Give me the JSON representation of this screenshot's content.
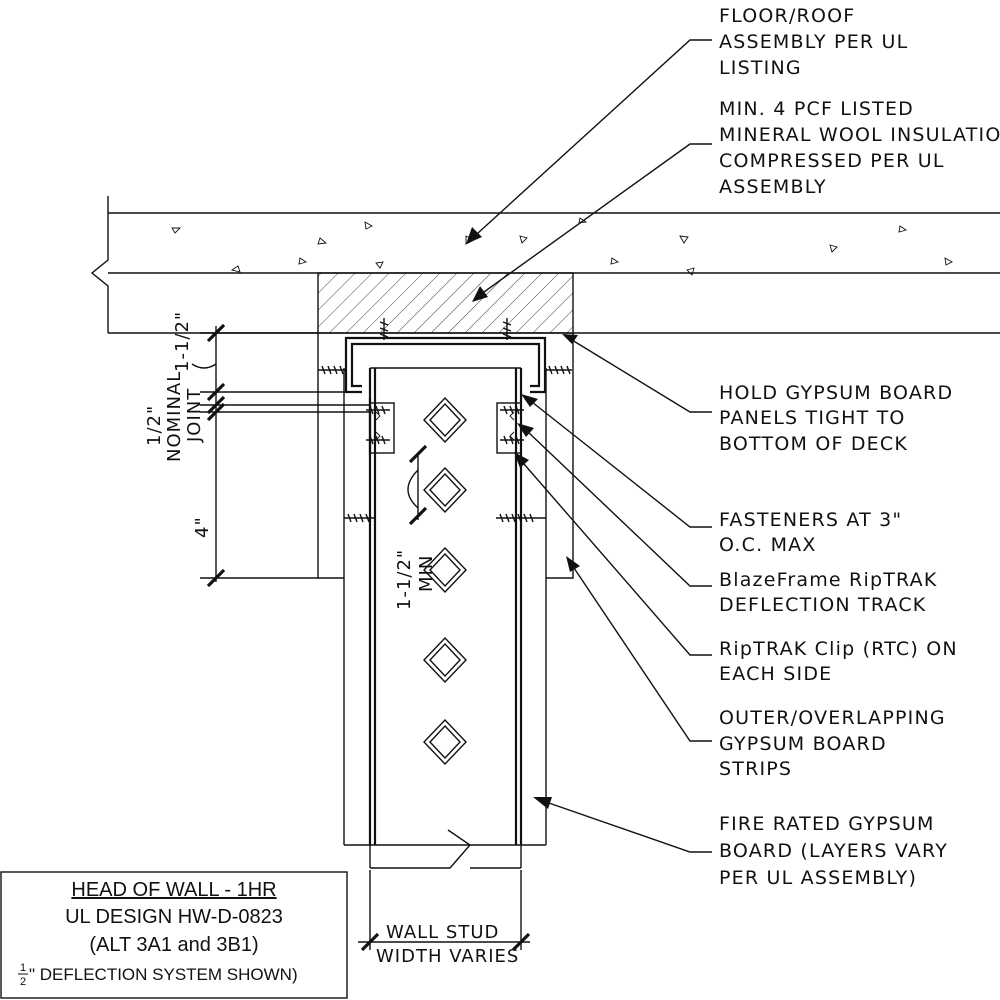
{
  "notes": {
    "floor_roof": [
      "FLOOR/ROOF",
      "ASSEMBLY PER UL",
      "LISTING"
    ],
    "mineral_wool": [
      "MIN. 4 PCF LISTED",
      "MINERAL WOOL INSULATION",
      "COMPRESSED PER UL",
      "ASSEMBLY"
    ],
    "hold_gypsum": [
      "HOLD GYPSUM BOARD",
      "PANELS TIGHT TO",
      "BOTTOM OF DECK"
    ],
    "fasteners": [
      "FASTENERS AT 3\"",
      "O.C. MAX"
    ],
    "deflection_track": [
      "BlazeFrame RipTRAK",
      "DEFLECTION TRACK"
    ],
    "riptrak_clip": [
      "RipTRAK Clip (RTC) ON",
      "EACH SIDE"
    ],
    "outer_strips": [
      "OUTER/OVERLAPPING",
      "GYPSUM BOARD",
      "STRIPS"
    ],
    "fire_rated": [
      "FIRE RATED GYPSUM",
      "BOARD (LAYERS VARY",
      "PER UL ASSEMBLY)"
    ]
  },
  "dimensions": {
    "top_gap": "1-1/2\"",
    "joint_value": "1/2\"",
    "joint_label": [
      "NOMINAL",
      "JOINT"
    ],
    "four_inch": "4\"",
    "min_value": "1-1/2\"",
    "min_label": "MIN",
    "stud_width": [
      "WALL STUD",
      "WIDTH VARIES"
    ]
  },
  "title_block": {
    "line1": "HEAD OF WALL - 1HR",
    "line2": "UL DESIGN HW-D-0823",
    "line3": "(ALT 3A1 and 3B1)",
    "line4_fraction_num": "1",
    "line4_fraction_den": "2",
    "line4_rest": "\" DEFLECTION SYSTEM SHOWN)"
  }
}
